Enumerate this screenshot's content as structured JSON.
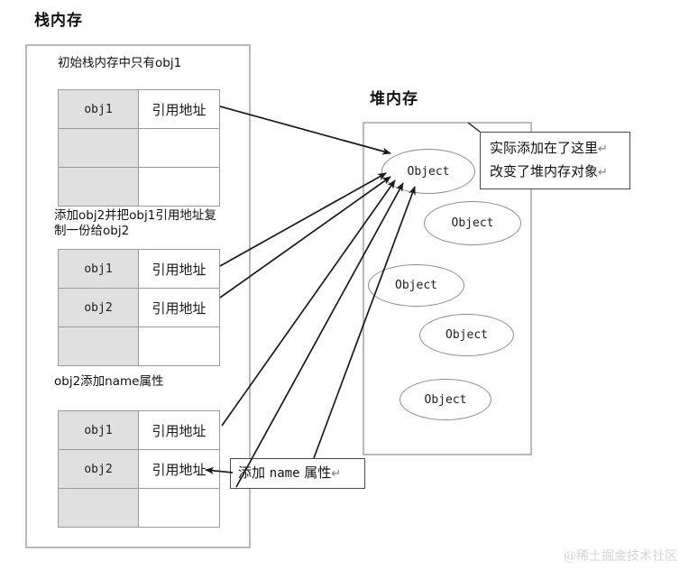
{
  "stack": {
    "title": "栈内存",
    "groups": [
      {
        "caption": "初始栈内存中只有obj1",
        "rows": [
          {
            "key": "obj1",
            "value": "引用地址"
          },
          {
            "key": "",
            "value": ""
          },
          {
            "key": "",
            "value": ""
          }
        ]
      },
      {
        "caption": "添加obj2并把obj1引用地址复制一份给obj2",
        "rows": [
          {
            "key": "obj1",
            "value": "引用地址"
          },
          {
            "key": "obj2",
            "value": "引用地址"
          },
          {
            "key": "",
            "value": ""
          }
        ]
      },
      {
        "caption": "obj2添加name属性",
        "rows": [
          {
            "key": "obj1",
            "value": "引用地址"
          },
          {
            "key": "obj2",
            "value": "引用地址"
          },
          {
            "key": "",
            "value": ""
          }
        ]
      }
    ]
  },
  "heap": {
    "title": "堆内存",
    "objects": [
      {
        "label": "Object"
      },
      {
        "label": "Object"
      },
      {
        "label": "Object"
      },
      {
        "label": "Object"
      },
      {
        "label": "Object"
      }
    ]
  },
  "callouts": {
    "heap_note": {
      "line1": "实际添加在了这里",
      "line2": "改变了堆内存对象",
      "return_mark": "↵"
    },
    "add_name": {
      "prefix": "添加 ",
      "code": "name",
      "suffix": " 属性",
      "return_mark": "↵"
    }
  },
  "watermark": "@稀土掘金技术社区",
  "colors": {
    "key_cell_fill": "#e0e0e0",
    "box_border": "#b9b9b9",
    "cell_border": "#9a9a9a",
    "ellipse_border": "#8c8c8c",
    "arrow": "#1a1a1a",
    "watermark": "#d5d5d5"
  }
}
